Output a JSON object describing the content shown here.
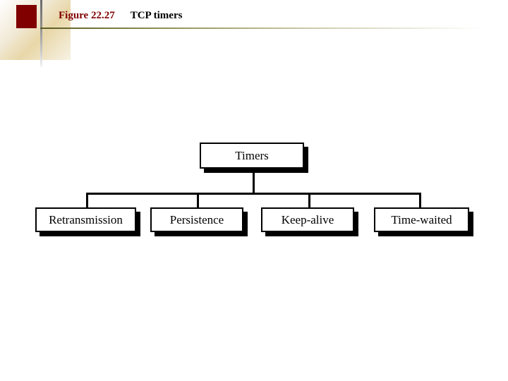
{
  "slide": {
    "figure_label": "Figure 22.27",
    "figure_title": "TCP timers",
    "accent_color": "#800000"
  },
  "diagram": {
    "type": "tree",
    "root": {
      "label": "Timers"
    },
    "children": [
      {
        "label": "Retransmission"
      },
      {
        "label": "Persistence"
      },
      {
        "label": "Keep-alive"
      },
      {
        "label": "Time-waited"
      }
    ]
  }
}
